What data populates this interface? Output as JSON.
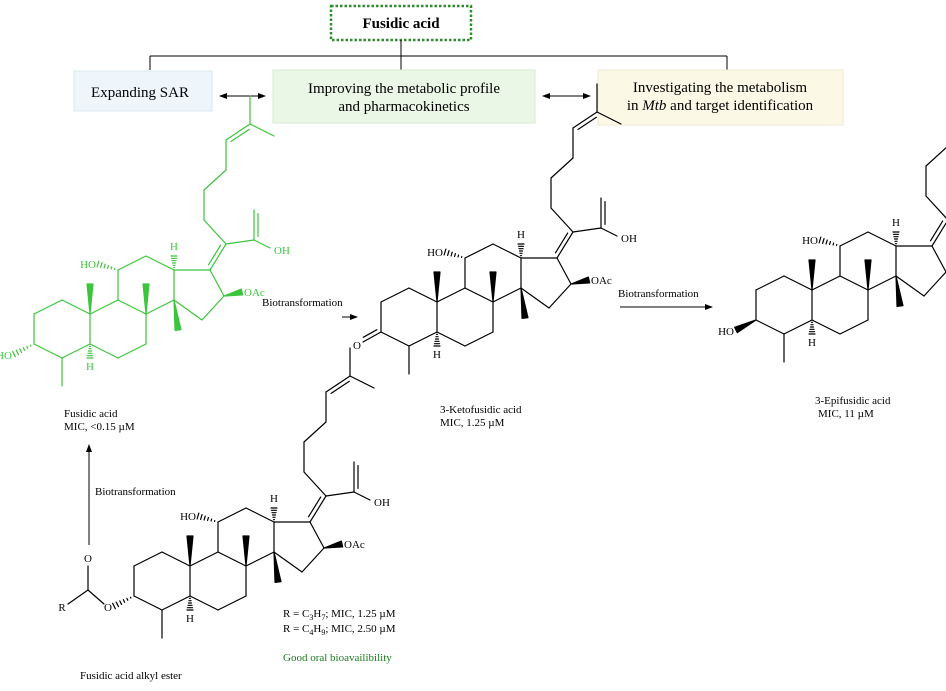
{
  "header": {
    "title": "Fusidic acid",
    "boxes": [
      {
        "lines": [
          "Expanding SAR"
        ],
        "fill": "#eef6fb"
      },
      {
        "lines": [
          "Improving the metabolic profile",
          "and pharmacokinetics"
        ],
        "fill": "#eaf6e6"
      },
      {
        "lines": [
          "Investigating the metabolism",
          "in Mtb and target identification"
        ],
        "fill": "#fbf9e6",
        "italic_word": "Mtb"
      }
    ]
  },
  "colors": {
    "highlight": "#3cc43c",
    "note": "#1a7a1a",
    "title_border": "#2e8b2e"
  },
  "atoms": {
    "ho": "HO",
    "oh": "OH",
    "o": "O",
    "h": "H",
    "oac": "OAc",
    "r": "R"
  },
  "arrows": {
    "to_keto": "Biotransformation",
    "to_epi": "Biotransformation",
    "ester_to_fa": "Biotransformation"
  },
  "compounds": {
    "fusidic_acid": {
      "name": "Fusidic acid",
      "mic": "MIC, <0.15 µM"
    },
    "keto": {
      "name": "3-Ketofusidic acid",
      "mic": "MIC, 1.25 µM"
    },
    "epi": {
      "name": "3-Epifusidic acid",
      "mic": "MIC, 11 µM"
    },
    "ester": {
      "name": "Fusidic acid alkyl ester"
    }
  },
  "ester_notes": {
    "r1_prefix": "R = C",
    "r1_sub1": "3",
    "r1_mid": "H",
    "r1_sub2": "7",
    "r1_suffix": "; MIC, 1.25 µM",
    "r2_prefix": "R = C",
    "r2_sub1": "4",
    "r2_mid": "H",
    "r2_sub2": "9",
    "r2_suffix": "; MIC, 2.50 µM",
    "bioavailability": "Good oral bioavailibility"
  }
}
